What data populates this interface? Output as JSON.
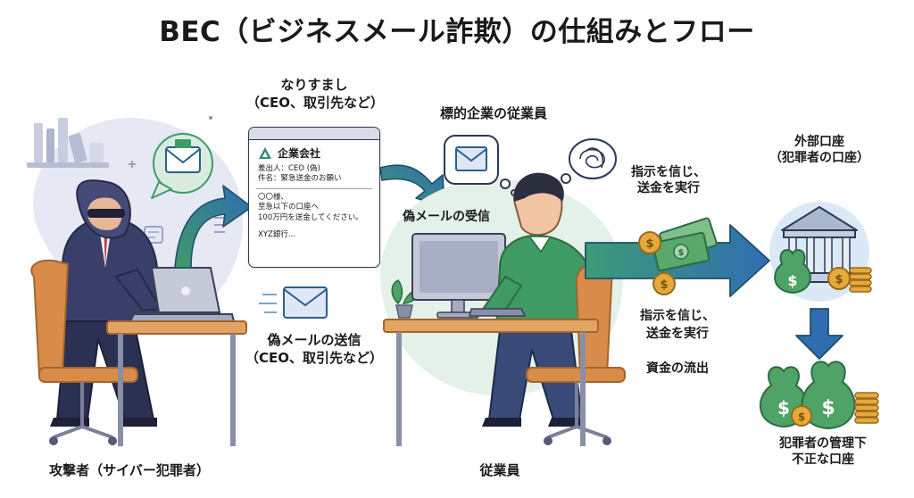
{
  "title": "BEC（ビジネスメール詐欺）の仕組みとフロー",
  "labels": {
    "spoof_line1": "なりすまし",
    "spoof_line2": "（CEO、取引先など）",
    "target_employee": "標的企業の従業員",
    "fake_mail_receive": "偽メールの受信",
    "fake_mail_send_line1": "偽メールの送信",
    "fake_mail_send_line2": "（CEO、取引先など）",
    "attacker": "攻撃者（サイバー犯罪者）",
    "employee": "従業員",
    "trust_transfer_top_line1": "指示を信じ、",
    "trust_transfer_top_line2": "送金を実行",
    "trust_transfer_mid_line1": "指示を信じ、",
    "trust_transfer_mid_line2": "送金を実行",
    "fund_outflow": "資金の流出",
    "external_account_line1": "外部口座",
    "external_account_line2": "（犯罪者の口座）",
    "criminal_account_line1": "犯罪者の管理下",
    "criminal_account_line2": "不正な口座"
  },
  "email": {
    "company": "企業会社",
    "sender": "差出人：CEO (偽)",
    "subject": "件名：緊急送金のお願い",
    "body_line1": "〇〇様、",
    "body_line2": "至急以下の口座へ",
    "body_line3": "100万円を送金してください。",
    "bank": "XYZ銀行..."
  },
  "colors": {
    "accent_blue": "#2f6db0",
    "accent_teal": "#2e8b74",
    "money_green": "#4fa366",
    "coin_gold": "#e6a93c",
    "attacker_suit": "#3a3f6a",
    "employee_sweater": "#3f9a63",
    "desk": "#e3a463"
  }
}
